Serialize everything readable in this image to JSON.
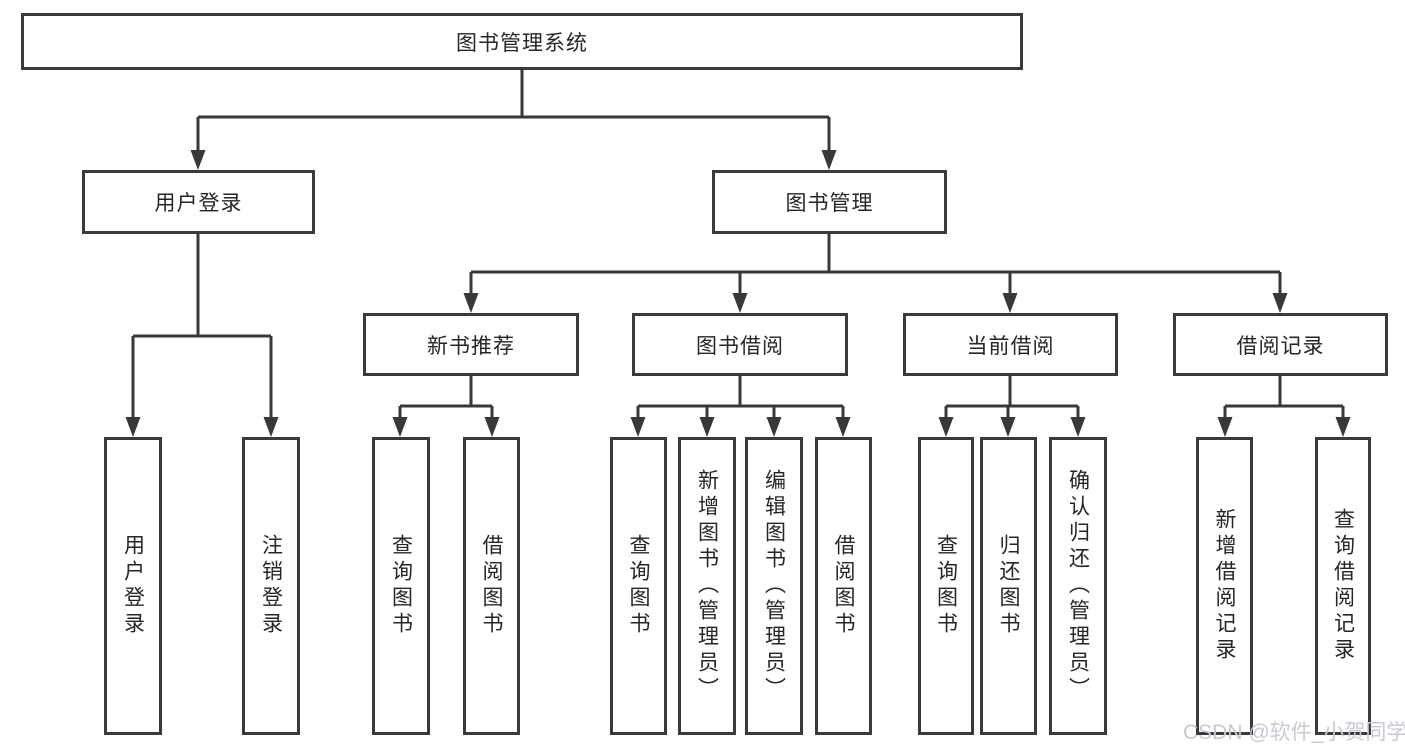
{
  "diagram": {
    "type": "function-structure-tree",
    "colors": {
      "line": "#383838",
      "box_border": "#3a3a3a",
      "box_fill": "#ffffff",
      "text": "#262626",
      "watermark_text": "#c9c9d1",
      "background": "#ffffff"
    },
    "watermark": "CSDN @软件_小贺同学",
    "nodes": {
      "root": {
        "label": "图书管理系统"
      },
      "login": {
        "label": "用户登录"
      },
      "mgmt": {
        "label": "图书管理"
      },
      "newbk": {
        "label": "新书推荐"
      },
      "borrow": {
        "label": "图书借阅"
      },
      "curr": {
        "label": "当前借阅"
      },
      "rec": {
        "label": "借阅记录"
      },
      "leaf_user_login": {
        "label": "用户登录"
      },
      "leaf_logout": {
        "label": "注销登录"
      },
      "leaf_nb_query": {
        "label": "查询图书"
      },
      "leaf_nb_borrow": {
        "label": "借阅图书"
      },
      "leaf_bb_query": {
        "label": "查询图书"
      },
      "leaf_bb_add_admin": {
        "label": "新增图书（管理员）"
      },
      "leaf_bb_edit_admin": {
        "label": "编辑图书（管理员）"
      },
      "leaf_bb_borrow": {
        "label": "借阅图书"
      },
      "leaf_cb_query": {
        "label": "查询图书"
      },
      "leaf_cb_return": {
        "label": "归还图书"
      },
      "leaf_cb_confirm_admin": {
        "label": "确认归还（管理员）"
      },
      "leaf_br_add": {
        "label": "新增借阅记录"
      },
      "leaf_br_query": {
        "label": "查询借阅记录"
      }
    },
    "hierarchy": {
      "图书管理系统": {
        "用户登录": [
          "用户登录",
          "注销登录"
        ],
        "图书管理": {
          "新书推荐": [
            "查询图书",
            "借阅图书"
          ],
          "图书借阅": [
            "查询图书",
            "新增图书（管理员）",
            "编辑图书（管理员）",
            "借阅图书"
          ],
          "当前借阅": [
            "查询图书",
            "归还图书",
            "确认归还（管理员）"
          ],
          "借阅记录": [
            "新增借阅记录",
            "查询借阅记录"
          ]
        }
      }
    }
  }
}
